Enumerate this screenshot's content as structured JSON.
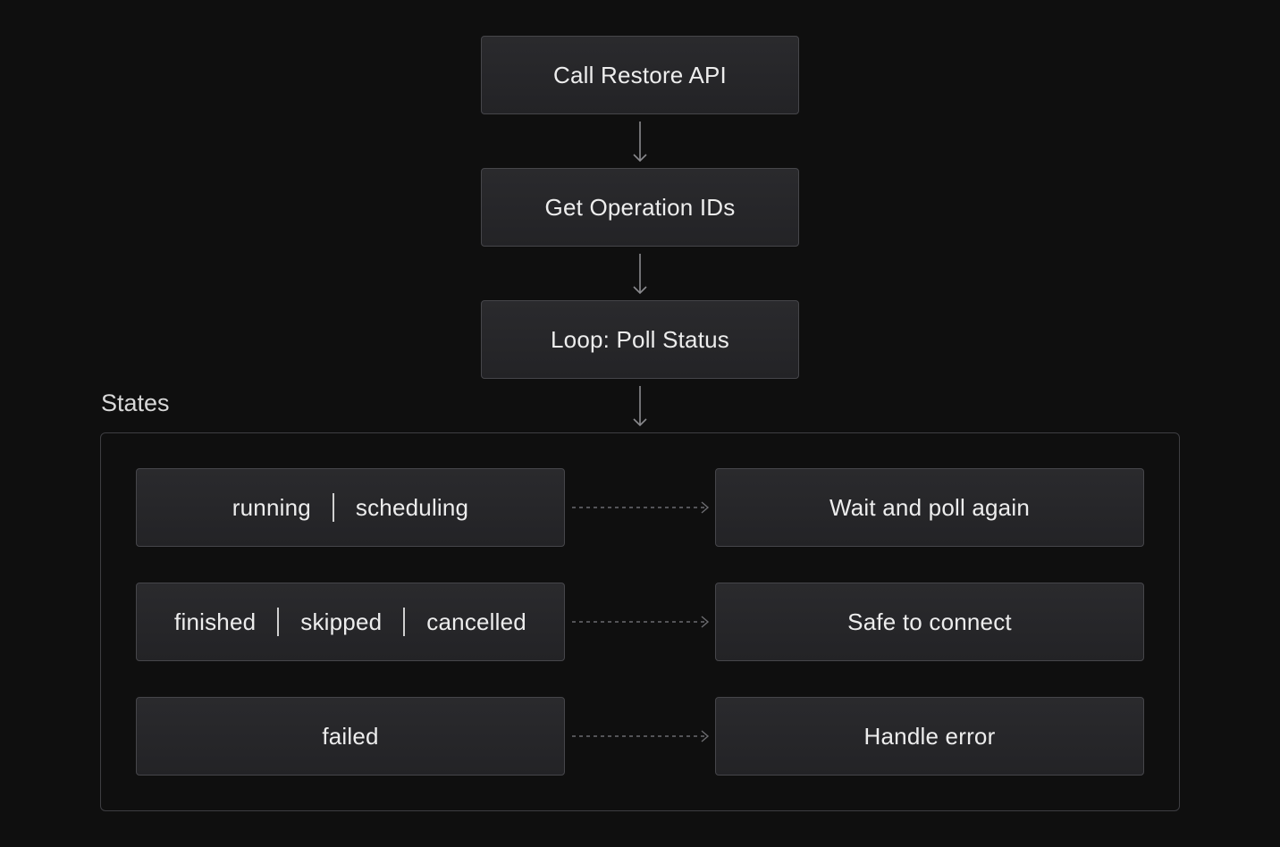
{
  "flow": {
    "steps": [
      {
        "label": "Call Restore API"
      },
      {
        "label": "Get Operation IDs"
      },
      {
        "label": "Loop: Poll Status"
      }
    ]
  },
  "states": {
    "title": "States",
    "rows": [
      {
        "states": [
          "running",
          "scheduling"
        ],
        "result": "Wait and poll again"
      },
      {
        "states": [
          "finished",
          "skipped",
          "cancelled"
        ],
        "result": "Safe to connect"
      },
      {
        "states": [
          "failed"
        ],
        "result": "Handle error"
      }
    ]
  },
  "colors": {
    "background": "#0f0f0f",
    "box_fill": "#2a2a2d",
    "box_border": "#46464a",
    "text": "#ededed",
    "arrow": "#8a8a8e",
    "dotted_arrow": "#6c6c70"
  }
}
